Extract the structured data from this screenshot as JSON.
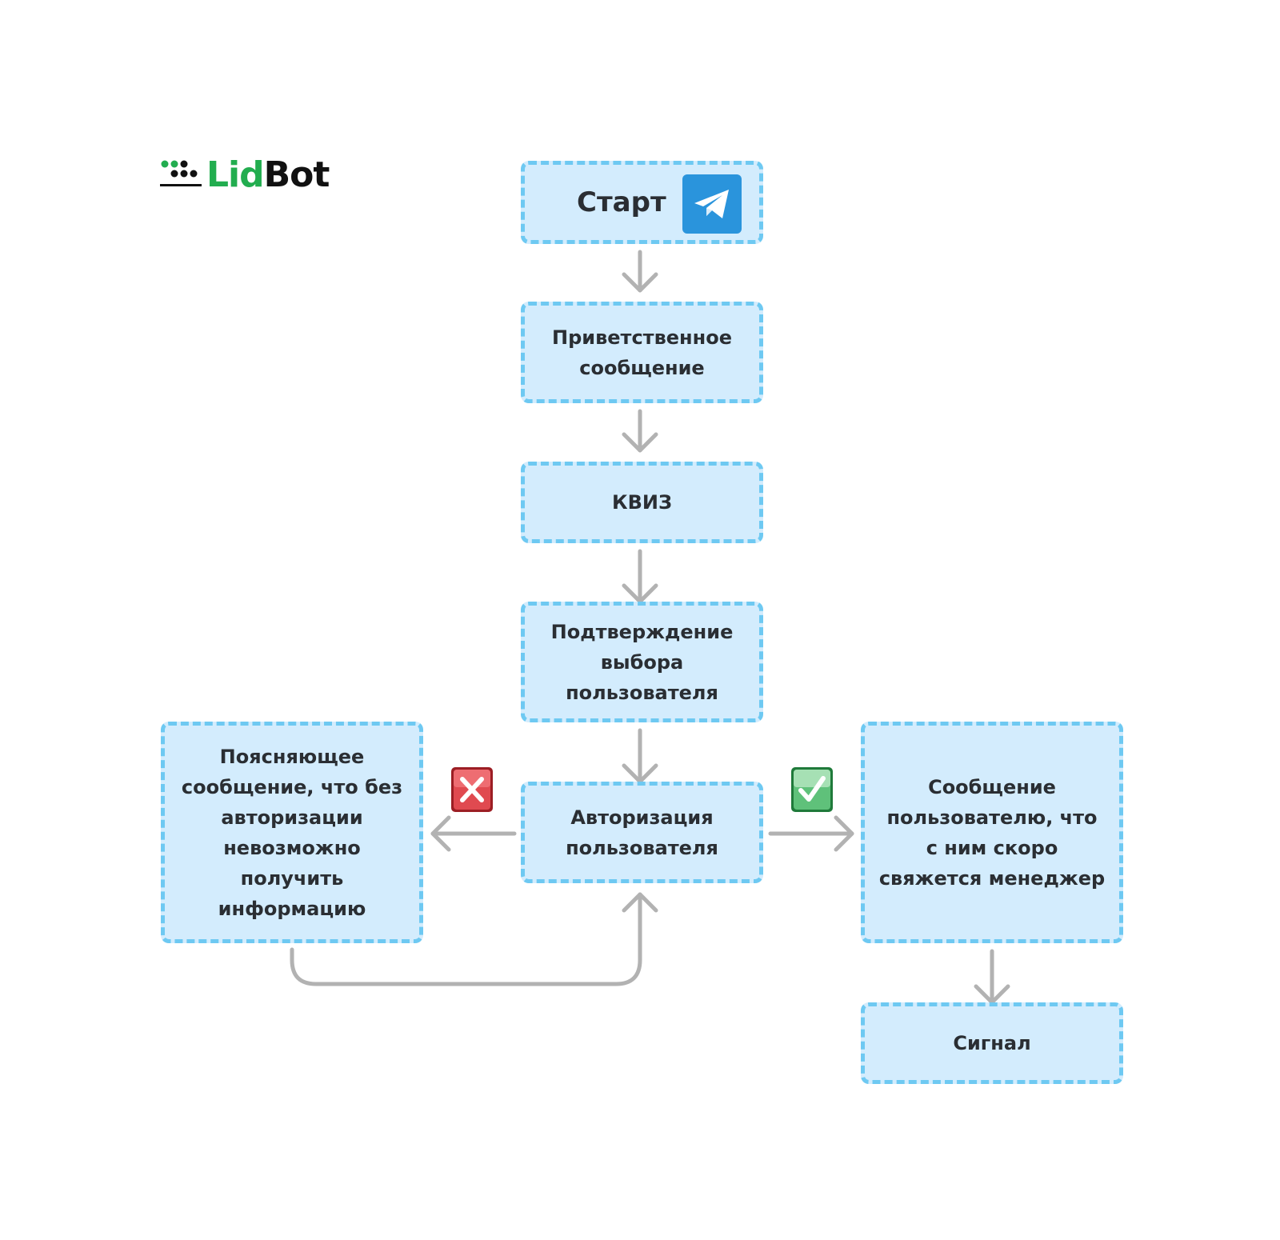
{
  "logo": {
    "part1": "Lid",
    "part2": "Bot"
  },
  "colors": {
    "box_fill": "#d3ecfd",
    "box_border": "#6ec9f2",
    "arrow": "#b2b2b2",
    "logo_green": "#22ad4f",
    "telegram_blue": "#2a94dc",
    "reject_red": "#d9363e",
    "accept_green": "#2f9e4f"
  },
  "nodes": {
    "start": {
      "label": "Старт",
      "icon": "telegram-icon"
    },
    "welcome": {
      "label": "Приветственное\nсообщение"
    },
    "quiz": {
      "label": "КВИЗ"
    },
    "confirm": {
      "label": "Подтверждение\nвыбора\nпользователя"
    },
    "auth": {
      "label": "Авторизация\nпользователя"
    },
    "explain": {
      "label": "Поясняющее\nсообщение, что без\nавторизации\nневозможно\nполучить\nинформацию"
    },
    "manager": {
      "label": "Сообщение\nпользователю, что\nс ним скоро\nсвяжется менеджер"
    },
    "signal": {
      "label": "Сигнал"
    }
  },
  "badges": {
    "reject": "cross-mark-icon",
    "accept": "check-mark-icon"
  },
  "edges": [
    {
      "from": "start",
      "to": "welcome"
    },
    {
      "from": "welcome",
      "to": "quiz"
    },
    {
      "from": "quiz",
      "to": "confirm"
    },
    {
      "from": "confirm",
      "to": "auth"
    },
    {
      "from": "auth",
      "to": "explain",
      "badge": "reject"
    },
    {
      "from": "auth",
      "to": "manager",
      "badge": "accept"
    },
    {
      "from": "explain",
      "to": "auth"
    },
    {
      "from": "manager",
      "to": "signal"
    }
  ]
}
